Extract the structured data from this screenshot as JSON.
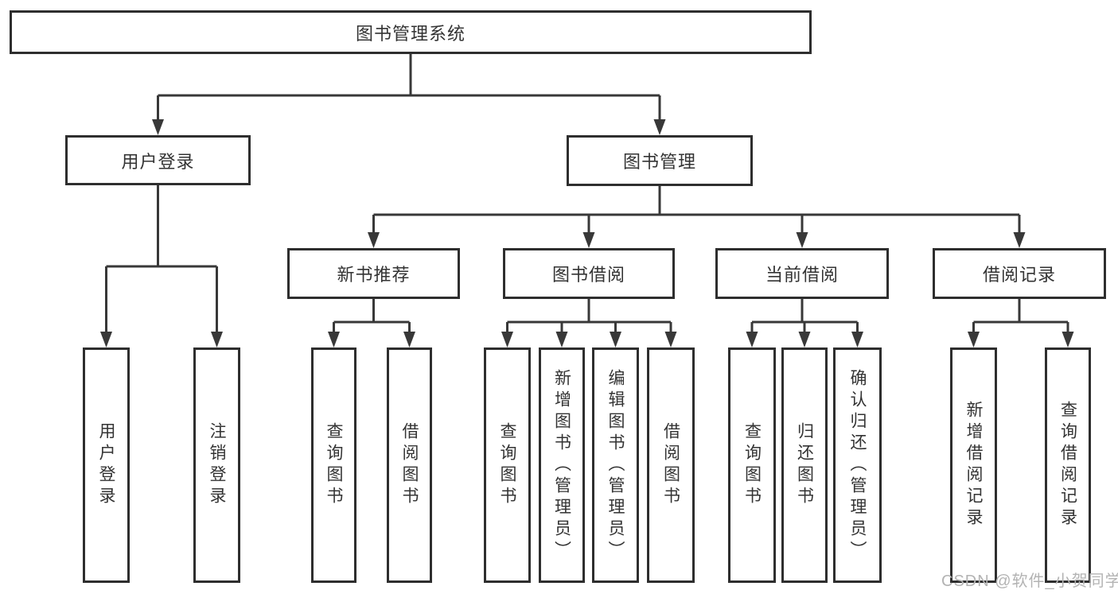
{
  "tree": {
    "label": "图书管理系统",
    "children": [
      {
        "label": "用户登录",
        "children": [
          {
            "label": "用户登录"
          },
          {
            "label": "注销登录"
          }
        ]
      },
      {
        "label": "图书管理",
        "children": [
          {
            "label": "新书推荐",
            "children": [
              {
                "label": "查询图书"
              },
              {
                "label": "借阅图书"
              }
            ]
          },
          {
            "label": "图书借阅",
            "children": [
              {
                "label": "查询图书"
              },
              {
                "label": "新增图书（管理员）"
              },
              {
                "label": "编辑图书（管理员）"
              },
              {
                "label": "借阅图书"
              }
            ]
          },
          {
            "label": "当前借阅",
            "children": [
              {
                "label": "查询图书"
              },
              {
                "label": "归还图书"
              },
              {
                "label": "确认归还（管理员）"
              }
            ]
          },
          {
            "label": "借阅记录",
            "children": [
              {
                "label": "新增借阅记录"
              },
              {
                "label": "查询借阅记录"
              }
            ]
          }
        ]
      }
    ]
  },
  "watermark": "CSDN @软件_小贺同学",
  "colors": {
    "line": "#383838",
    "box_border": "#2e2e2e",
    "text": "#333333",
    "watermark": "#b3b3b3",
    "background": "#ffffff"
  }
}
